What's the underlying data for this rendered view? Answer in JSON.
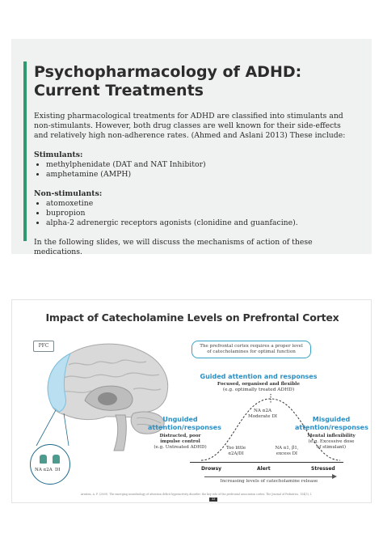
{
  "slide1": {
    "title_line1": "Psychopharmacology of ADHD:",
    "title_line2": "Current Treatments",
    "intro": "Existing pharmacological treatments for ADHD are classified into stimulants and non-stimulants. However, both drug classes are well known for their side-effects and relatively high non-adherence rates. (Ahmed and Aslani 2013) These include:",
    "stimulants_heading": "Stimulants:",
    "stimulants": [
      "methylphenidate (DAT and NAT Inhibitor)",
      "amphetamine (AMPH)"
    ],
    "non_stimulants_heading": "Non-stimulants:",
    "non_stimulants": [
      "atomoxetine",
      "bupropion",
      "alpha-2 adrenergic receptors agonists (clonidine and guanfacine)."
    ],
    "closing": "In the following slides, we will discuss the mechanisms of action of these medications."
  },
  "slide2": {
    "title": "Impact of Catecholamine Levels on Prefrontal Cortex",
    "pfc_label": "PFC",
    "receptor_a": "NA α2A",
    "receptor_b": "DI",
    "callout_line1": "The prefrontal cortex requires a proper level",
    "callout_line2": "of catecholamines for optimal function",
    "guided_heading": "Guided attention and responses",
    "guided_sub1": "Focused, organised and flexible",
    "guided_sub2": "(e.g. optimally treated ADHD)",
    "peak_line1": "NA α2A",
    "peak_line2": "Moderate DI",
    "unguided_heading_line1": "Unguided",
    "unguided_heading_line2": "attention/responses",
    "unguided_sub1": "Distracted, poor",
    "unguided_sub2": "impulse control",
    "unguided_sub3": "(e.g. Untreated ADHD)",
    "low_line1": "Too little",
    "low_line2": "α2A/DI",
    "high_line1": "NA α1, β1,",
    "high_line2": "excess DI",
    "misguided_heading": "Misguided",
    "misguided_heading_line2": "attention/responses",
    "misguided_sub1": "Mental inflexibility",
    "misguided_sub2": "(e.g. Excessive dose",
    "misguided_sub3": "of stimulant)",
    "tick_drowsy": "Drowsy",
    "tick_alert": "Alert",
    "tick_stressed": "Stressed",
    "axis_caption": "Increasing levels of catecholamine release",
    "citation": "Arnsten, A. F. (2009). The emerging neurobiology of attention deficit hyperactivity disorder: the key role of the prefrontal association cortex. The Journal of Pediatrics, 154(5), I.",
    "page_number": "33"
  },
  "colors": {
    "accent_green": "#2e9a6e",
    "heading_blue": "#2a8fc4",
    "callout_border": "#3aa3c9"
  }
}
